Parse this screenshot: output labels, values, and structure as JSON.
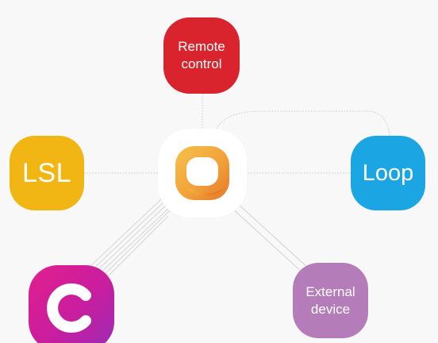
{
  "nodes": {
    "remote": {
      "line1": "Remote",
      "line2": "control",
      "color": "#d9242e"
    },
    "lsl": {
      "label": "LSL",
      "color": "#f1b514"
    },
    "loop": {
      "label": "Loop",
      "color": "#1ba6e3"
    },
    "external": {
      "line1": "External",
      "line2": "device",
      "color": "#b47cb8"
    },
    "c_app": {
      "icon": "c-logo-icon",
      "color": "#d0209a"
    }
  },
  "hub": {
    "icon": "orange-o-logo-icon",
    "color": "#f2a23a"
  },
  "connectors": {
    "color": "#cfcfcf",
    "style": "dotted"
  }
}
